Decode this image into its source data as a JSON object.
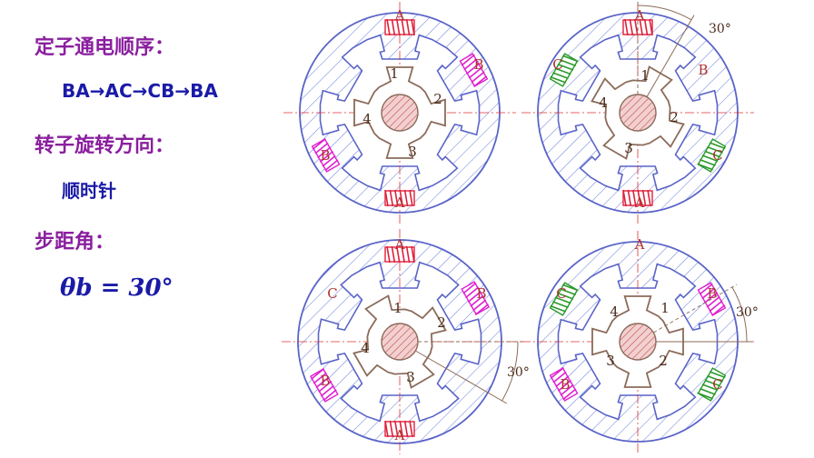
{
  "text": {
    "sequence_label": "定子通电顺序：",
    "sequence_value": "BA→AC→CB→BA",
    "rotation_label": "转子旋转方向：",
    "rotation_value": "顺时针",
    "step_label": "步距角：",
    "step_value": "θb = 30°"
  },
  "colors": {
    "stator_outline": "#5a64c8",
    "stator_hatch": "#7c8ee0",
    "rotor": "#8b6b5a",
    "shaft_fill": "#f3d0d0",
    "shaft_hatch": "#c05050",
    "coil_a": "#e0203a",
    "coil_b": "#e020d0",
    "coil_c": "#2a9a2a",
    "center_line": "#e03030",
    "heading": "#8a1f9e",
    "body": "#1a1aa8"
  },
  "motors": [
    {
      "id": "top-left",
      "rotor_labels": [
        "1",
        "2",
        "3",
        "4"
      ],
      "pole_labels": [
        "A",
        "B",
        "A",
        "B"
      ],
      "energized": [
        "A",
        "B"
      ],
      "rotor_angle_deg": 0
    },
    {
      "id": "top-right",
      "rotor_labels": [
        "1",
        "2",
        "3",
        "4"
      ],
      "pole_labels": [
        "A",
        "B",
        "C",
        "A",
        "C"
      ],
      "energized": [
        "A",
        "C"
      ],
      "rotor_angle_deg": 30,
      "angle_label": "30°"
    },
    {
      "id": "bottom-left",
      "rotor_labels": [
        "1",
        "2",
        "3",
        "4"
      ],
      "pole_labels": [
        "A",
        "B",
        "C",
        "A",
        "B"
      ],
      "energized": [
        "A",
        "B"
      ],
      "rotor_angle_deg": 60,
      "angle_label": "30°"
    },
    {
      "id": "bottom-right",
      "rotor_labels": [
        "1",
        "2",
        "3",
        "4"
      ],
      "pole_labels": [
        "A",
        "B",
        "B",
        "C",
        "C"
      ],
      "energized": [
        "B",
        "C"
      ],
      "rotor_angle_deg": 90,
      "angle_label": "30°"
    }
  ]
}
